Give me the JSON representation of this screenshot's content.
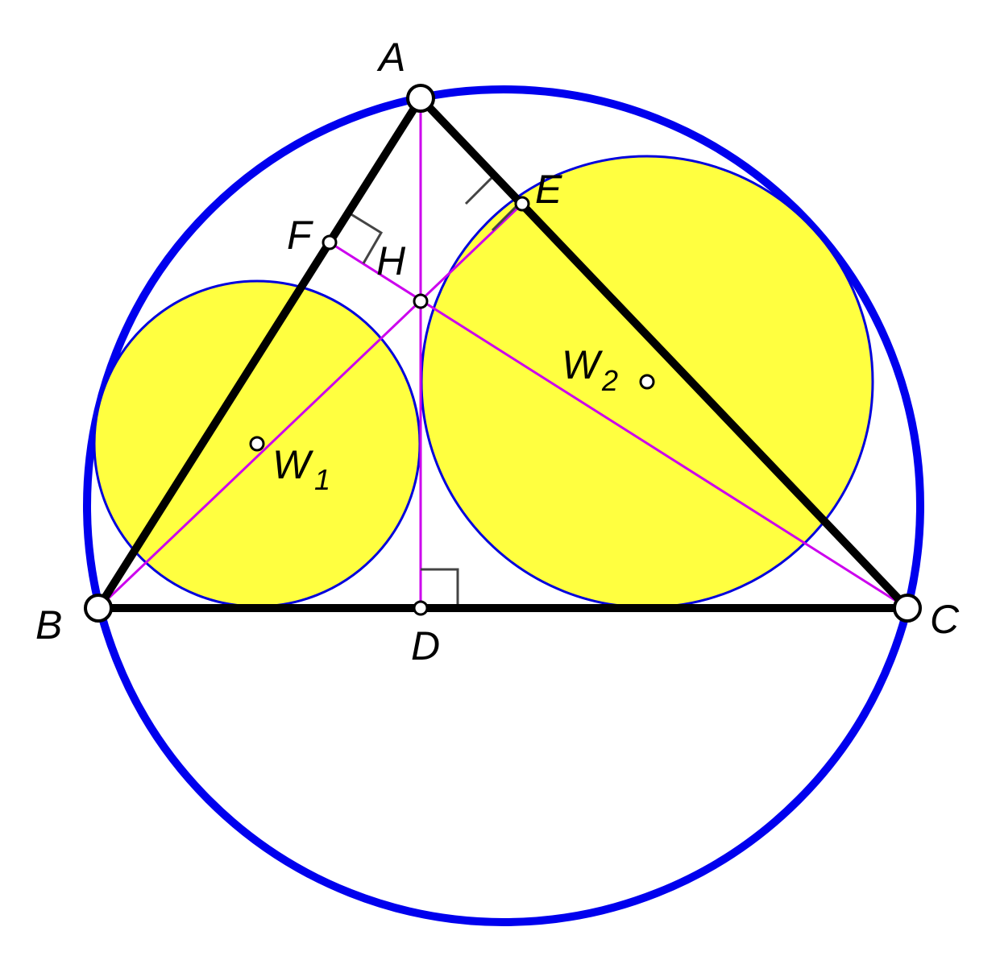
{
  "figure": {
    "labels": {
      "A": "A",
      "B": "B",
      "C": "C",
      "D": "D",
      "E": "E",
      "F": "F",
      "H": "H",
      "W1": "W",
      "W1_sub": "1",
      "W2": "W",
      "W2_sub": "2"
    },
    "colors": {
      "circumcircle": "#0000ee",
      "small_circle_stroke": "#0000dd",
      "small_circle_fill": "#ffff40",
      "triangle": "#000000",
      "altitudes": "#cc00ee",
      "right_angle_marks": "#444444",
      "points_fill": "#ffffff",
      "points_stroke": "#000000"
    }
  }
}
